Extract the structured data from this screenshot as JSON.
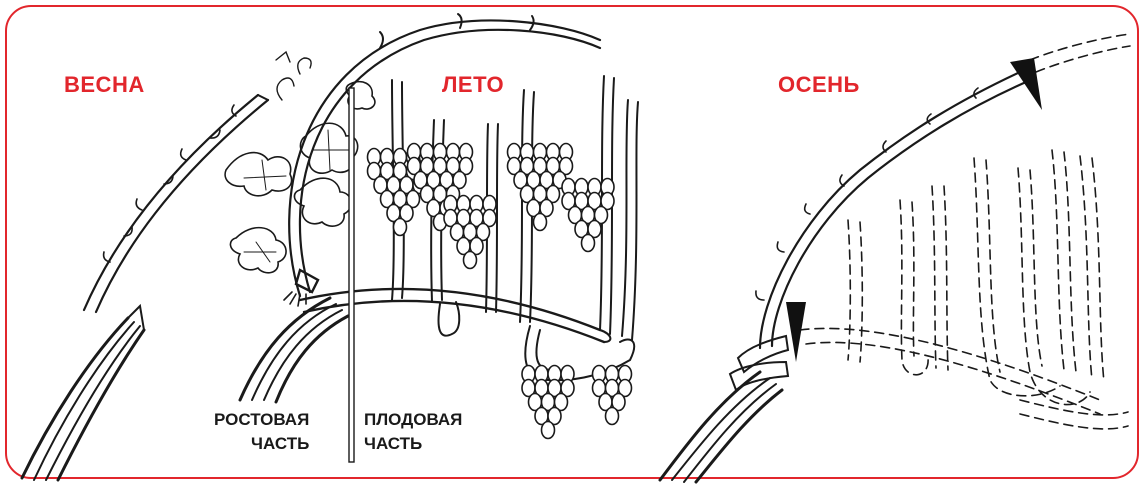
{
  "seasons": {
    "spring": "ВЕСНА",
    "summer": "ЛЕТО",
    "autumn": "ОСЕНЬ"
  },
  "captions": {
    "growth_part": [
      "РОСТОВАЯ",
      "ЧАСТЬ"
    ],
    "fruit_part": [
      "ПЛОДОВАЯ",
      "ЧАСТЬ"
    ]
  },
  "colors": {
    "accent": "#e2262c",
    "ink": "#1a1a1a",
    "background": "#ffffff"
  }
}
